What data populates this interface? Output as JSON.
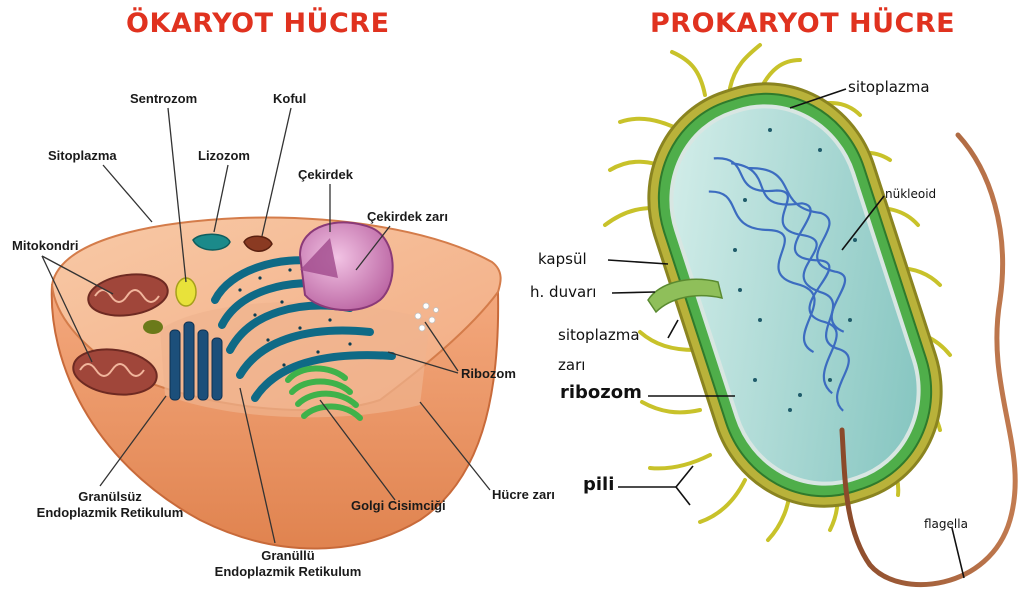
{
  "titles": {
    "eukaryote": "ÖKARYOT HÜCRE",
    "prokaryote": "PROKARYOT HÜCRE"
  },
  "eukaryote_labels": {
    "sentrozom": "Sentrozom",
    "koful": "Koful",
    "sitoplazma": "Sitoplazma",
    "lizozom": "Lizozom",
    "cekirdek": "Çekirdek",
    "cekirdek_zari": "Çekirdek zarı",
    "mitokondri": "Mitokondri",
    "ribozom": "Ribozom",
    "granulsuz_er_line1": "Granülsüz",
    "granulsuz_er_line2": "Endoplazmik Retikulum",
    "golgi": "Golgi Cisimciği",
    "hucre_zari": "Hücre zarı",
    "granullu_er_line1": "Granüllü",
    "granullu_er_line2": "Endoplazmik Retikulum"
  },
  "prokaryote_labels": {
    "sitoplazma": "sitoplazma",
    "nukleoid": "nükleoid",
    "kapsul": "kapsül",
    "hucre_duvari": "h. duvarı",
    "sitoplazma_zari_line1": "sitoplazma",
    "sitoplazma_zari_line2": "zarı",
    "ribozom": "ribozom",
    "pili": "pili",
    "flagella": "flagella"
  }
}
